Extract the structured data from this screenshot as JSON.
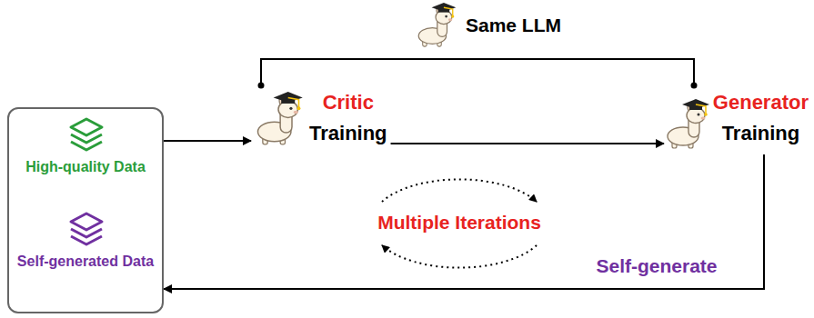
{
  "diagram": {
    "nodes": [
      {
        "text": [
          "High-quality Data",
          "Self-generated Data"
        ]
      },
      {
        "text": [
          "Critic",
          "Training"
        ]
      },
      {
        "text": [
          "Generator",
          "Training"
        ]
      }
    ],
    "edges": [
      {
        "from": 0,
        "to": 1,
        "arrow": "to"
      },
      {
        "from": 1,
        "to": 2,
        "arrow": "to"
      },
      {
        "from": 2,
        "to": 0,
        "label": "Self-generate",
        "arrow": "to"
      }
    ],
    "labels": [
      "Same LLM",
      "Multiple Iterations"
    ]
  }
}
